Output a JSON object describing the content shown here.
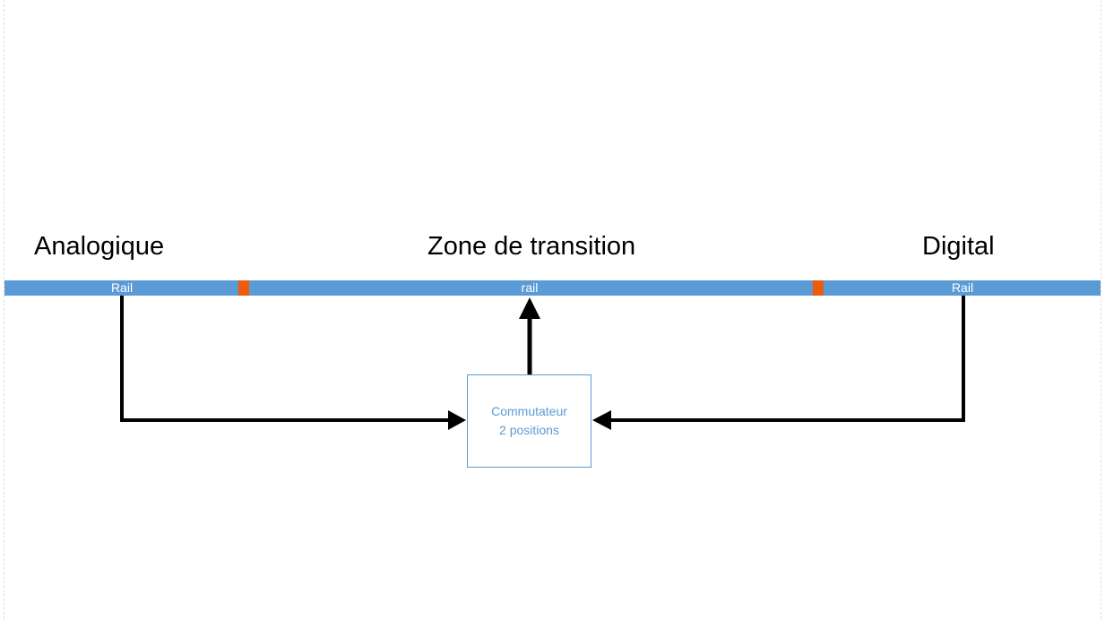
{
  "zones": {
    "left": {
      "title": "Analogique"
    },
    "center": {
      "title": "Zone de transition"
    },
    "right": {
      "title": "Digital"
    }
  },
  "rails": {
    "left": {
      "label": "Rail"
    },
    "center": {
      "label": "rail"
    },
    "right": {
      "label": "Rail"
    }
  },
  "switch": {
    "line1": "Commutateur",
    "line2": "2 positions"
  },
  "colors": {
    "rail": "#5b9bd5",
    "insulator": "#ed5c0c",
    "box_border": "#5b9bd5",
    "box_text": "#5b9bd5",
    "wire": "#000000"
  }
}
